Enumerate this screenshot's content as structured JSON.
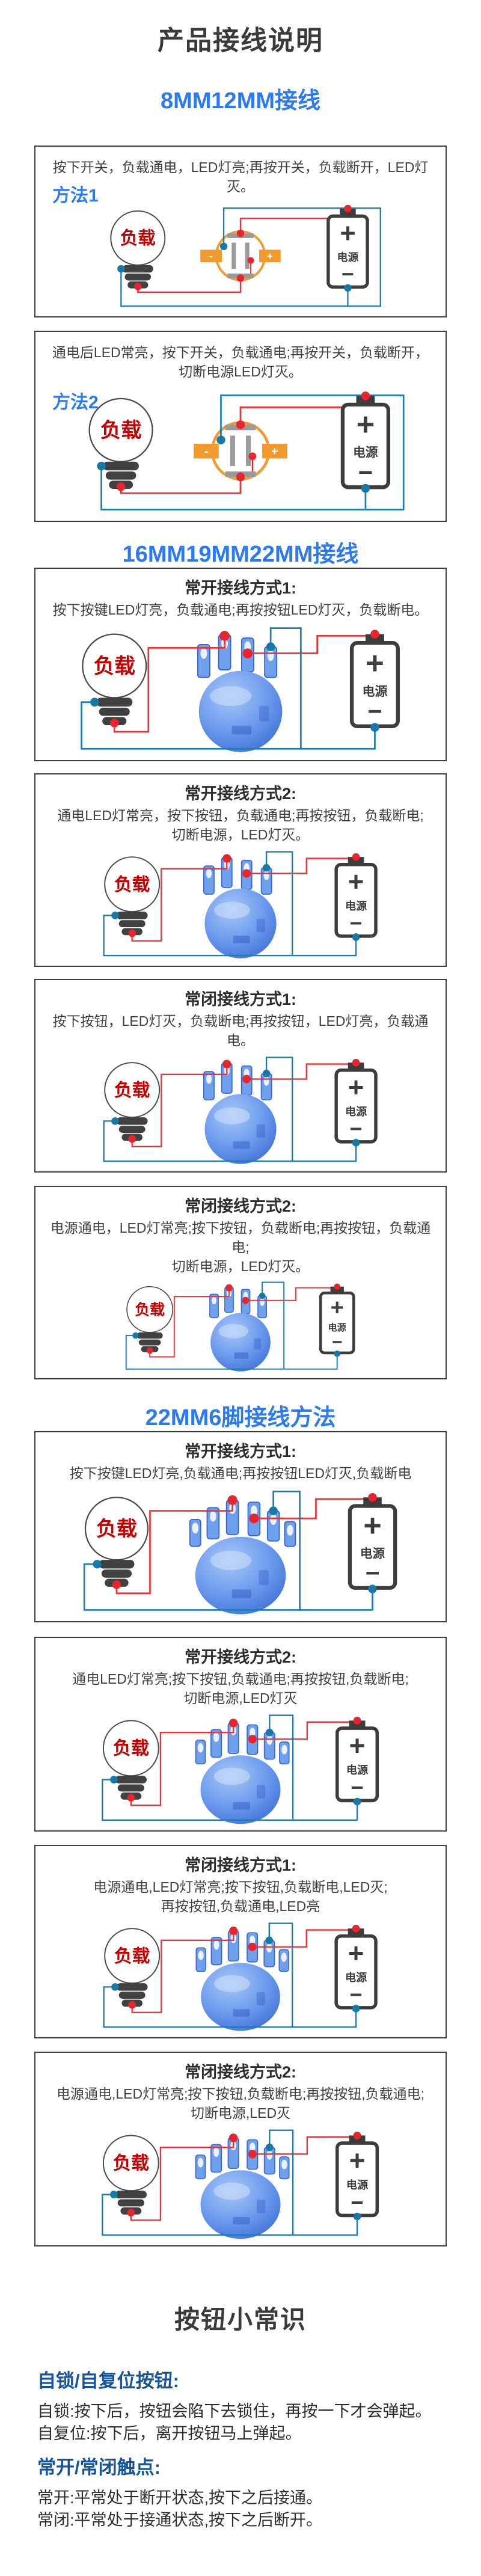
{
  "page": {
    "title": "产品接线说明"
  },
  "sections": [
    {
      "heading": "8MM12MM接线",
      "boxes": [
        {
          "method_label": "方法1",
          "desc": "按下开关，负载通电，LED灯亮;再按开关，负载断开，LED灯灭。"
        },
        {
          "method_label": "方法2",
          "desc": "通电后LED常亮，按下开关，负载通电;再按开关，负载断开，\n切断电源LED灯灭。"
        }
      ]
    },
    {
      "heading": "16MM19MM22MM接线",
      "boxes": [
        {
          "title": "常开接线方式1:",
          "desc": "按下按键LED灯亮，负载通电;再按按钮LED灯灭，负载断电。"
        },
        {
          "title": "常开接线方式2:",
          "desc": "通电LED灯常亮，按下按钮，负载通电;再按按钮，负载断电;\n切断电源，LED灯灭。"
        },
        {
          "title": "常闭接线方式1:",
          "desc": "按下按钮，LED灯灭，负载断电;再按按钮，LED灯亮，负载通电。"
        },
        {
          "title": "常闭接线方式2:",
          "desc": "电源通电，LED灯常亮;按下按钮，负载断电;再按按钮，负载通电;\n切断电源，LED灯灭。"
        }
      ]
    },
    {
      "heading": "22MM6脚接线方法",
      "boxes": [
        {
          "title": "常开接线方式1:",
          "desc": "按下按键LED灯亮,负载通电;再按按钮LED灯灭,负载断电"
        },
        {
          "title": "常开接线方式2:",
          "desc": "通电LED灯常亮;按下按钮,负载通电;再按按钮,负载断电;\n切断电源,LED灯灭"
        },
        {
          "title": "常闭接线方式1:",
          "desc": "电源通电,LED灯常亮;按下按钮,负载断电,LED灭;\n再按按钮,负载通电,LED亮"
        },
        {
          "title": "常闭接线方式2:",
          "desc": "电源通电,LED灯常亮;按下按钮,负载断电;再按按钮,负载通电;\n切断电源,LED灭"
        }
      ]
    }
  ],
  "diagram": {
    "load_label": "负载",
    "power_label": "电源",
    "plus": "+",
    "minus": "−",
    "switch_plus": "+",
    "switch_minus": "-"
  },
  "knowledge": {
    "title": "按钮小常识",
    "entries": [
      {
        "heading": "自锁/自复位按钮:",
        "body": "自锁:按下后，按钮会陷下去锁住，再按一下才会弹起。\n自复位:按下后，离开按钮马上弹起。"
      },
      {
        "heading": "常开/常闭触点:",
        "body": "常开:平常处于断开状态,按下之后接通。\n常闭:平常处于接通状态,按下之后断开。"
      }
    ]
  },
  "colors": {
    "accent_blue": "#2b7af0",
    "dark_blue": "#15549a",
    "wire_red": "#e8333a",
    "wire_blue": "#1a7fae",
    "dot_red": "#e8242d",
    "dot_blue": "#1779a8",
    "switch_orange": "#f19a2e",
    "button_blue": "#6d9cee",
    "load_red": "#c40000"
  }
}
